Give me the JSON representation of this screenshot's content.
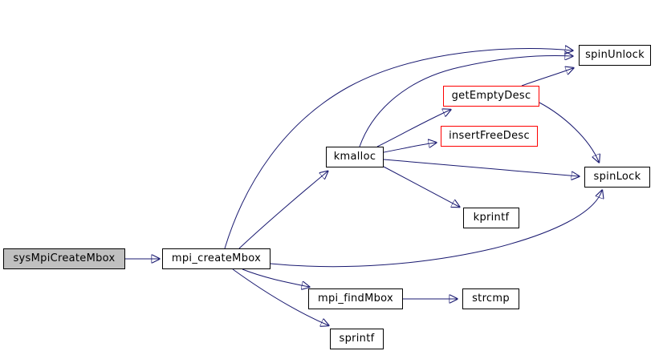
{
  "diagram": {
    "type": "call-graph",
    "background_color": "#ffffff",
    "edge_color": "#191970",
    "root_fill_color": "#c0c0c0",
    "highlight_border_color": "#fe0000",
    "normal_border_color": "#000000",
    "nodes": [
      {
        "id": "sysMpiCreateMbox",
        "label": "sysMpiCreateMbox",
        "fill": "#c0c0c0",
        "border_color": "#000000",
        "is_root": true
      },
      {
        "id": "mpi_createMbox",
        "label": "mpi_createMbox",
        "fill": "#ffffff",
        "border_color": "#000000",
        "is_root": false
      },
      {
        "id": "kmalloc",
        "label": "kmalloc",
        "fill": "#ffffff",
        "border_color": "#000000",
        "is_root": false
      },
      {
        "id": "getEmptyDesc",
        "label": "getEmptyDesc",
        "fill": "#ffffff",
        "border_color": "#fe0000",
        "is_root": false
      },
      {
        "id": "insertFreeDesc",
        "label": "insertFreeDesc",
        "fill": "#ffffff",
        "border_color": "#fe0000",
        "is_root": false
      },
      {
        "id": "spinUnlock",
        "label": "spinUnlock",
        "fill": "#ffffff",
        "border_color": "#000000",
        "is_root": false
      },
      {
        "id": "spinLock",
        "label": "spinLock",
        "fill": "#ffffff",
        "border_color": "#000000",
        "is_root": false
      },
      {
        "id": "kprintf",
        "label": "kprintf",
        "fill": "#ffffff",
        "border_color": "#000000",
        "is_root": false
      },
      {
        "id": "mpi_findMbox",
        "label": "mpi_findMbox",
        "fill": "#ffffff",
        "border_color": "#000000",
        "is_root": false
      },
      {
        "id": "strcmp",
        "label": "strcmp",
        "fill": "#ffffff",
        "border_color": "#000000",
        "is_root": false
      },
      {
        "id": "sprintf",
        "label": "sprintf",
        "fill": "#ffffff",
        "border_color": "#000000",
        "is_root": false
      }
    ],
    "edges": [
      {
        "from": "sysMpiCreateMbox",
        "to": "mpi_createMbox"
      },
      {
        "from": "mpi_createMbox",
        "to": "kmalloc"
      },
      {
        "from": "mpi_createMbox",
        "to": "spinUnlock"
      },
      {
        "from": "mpi_createMbox",
        "to": "spinLock"
      },
      {
        "from": "mpi_createMbox",
        "to": "mpi_findMbox"
      },
      {
        "from": "mpi_createMbox",
        "to": "sprintf"
      },
      {
        "from": "kmalloc",
        "to": "getEmptyDesc"
      },
      {
        "from": "kmalloc",
        "to": "insertFreeDesc"
      },
      {
        "from": "kmalloc",
        "to": "spinUnlock"
      },
      {
        "from": "kmalloc",
        "to": "spinLock"
      },
      {
        "from": "kmalloc",
        "to": "kprintf"
      },
      {
        "from": "getEmptyDesc",
        "to": "spinUnlock"
      },
      {
        "from": "getEmptyDesc",
        "to": "spinLock"
      },
      {
        "from": "mpi_findMbox",
        "to": "strcmp"
      }
    ]
  }
}
